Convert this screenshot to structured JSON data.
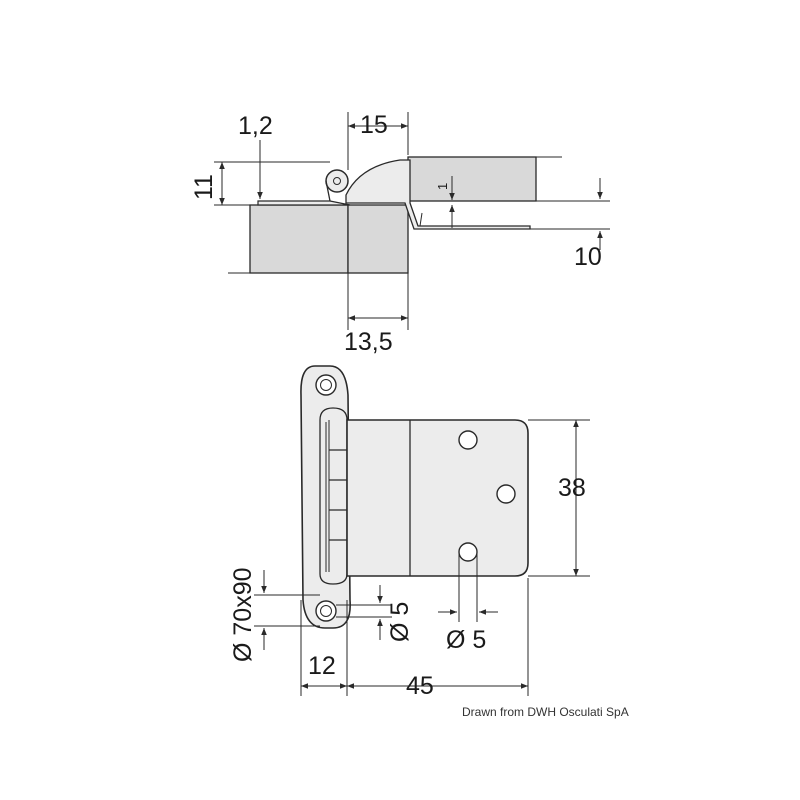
{
  "colors": {
    "wood": "#d9d9d9",
    "metal": "#ececec",
    "line": "#2a2a2a",
    "background": "#ffffff"
  },
  "dimensions": {
    "leaf_thickness": "1,2",
    "flange_width": "15",
    "total_height": "11",
    "offset": "1",
    "door_thickness": "10",
    "frame_depth": "13,5",
    "height": "38",
    "screw_size": "Ø 70x90",
    "hole_vertical": "Ø 5",
    "hole_horizontal": "Ø 5",
    "knuckle_width": "12",
    "total_width": "45"
  },
  "credit": "Drawn from DWH Osculati SpA"
}
